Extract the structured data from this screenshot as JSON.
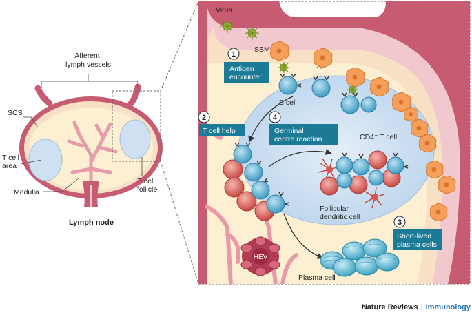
{
  "colors": {
    "capsule": "#c75b72",
    "capsule_light": "#f2c8cf",
    "sinus": "#f7e0c4",
    "cortex": "#fdf0d2",
    "follicle": "#cfe0f2",
    "teal_box": "#1b7a96",
    "b_cell": "#4fa6c9",
    "t_cell": "#d9534f",
    "plasma": "#59b4cf",
    "ssm": "#f08a3c",
    "virus": "#9bbf3a"
  },
  "overview": {
    "afferent_label": "Afferent\nlymph vessels",
    "scs_label": "SCS",
    "t_cell_area_label": "T cell\narea",
    "medulla_label": "Medulla",
    "b_cell_follicle_label": "B cell\nfollicle",
    "lymph_node_label": "Lymph node"
  },
  "detail": {
    "virus_label": "Virus",
    "ssm_label": "SSM",
    "b_cell_label": "B cell",
    "cd4_label": "CD4⁺ T cell",
    "fdc_label": "Follicular\ndendritic cell",
    "hev_label": "HEV",
    "plasma_cell_label": "Plasma cell"
  },
  "steps": [
    {
      "number": "1",
      "label": "Antigen\nencounter"
    },
    {
      "number": "2",
      "label": "T cell help"
    },
    {
      "number": "3",
      "label": "Short-lived\nplasma cells"
    },
    {
      "number": "4",
      "label": "Germinal\ncentre reaction"
    }
  ],
  "credit": {
    "publisher": "Nature Reviews",
    "separator": "|",
    "journal": "Immunology"
  }
}
